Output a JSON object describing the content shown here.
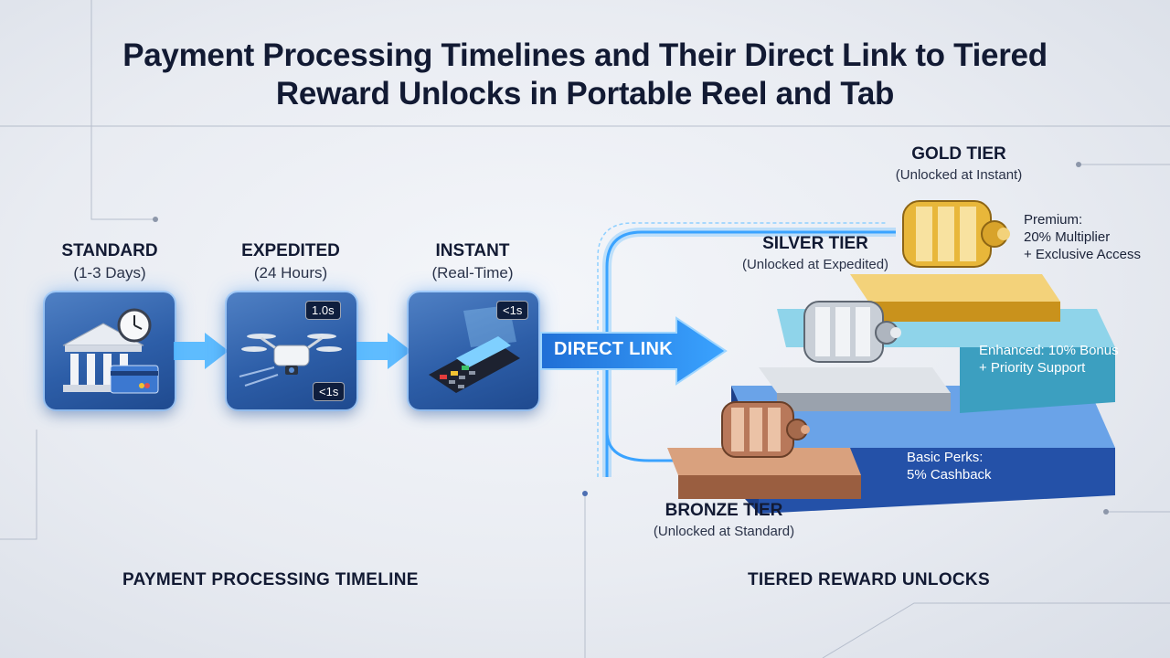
{
  "title": {
    "line1": "Payment Processing Timelines and Their Direct Link to Tiered",
    "line2": "Reward Unlocks in Portable Reel and Tab"
  },
  "steps": [
    {
      "name": "STANDARD",
      "sub": "(1-3 Days)",
      "icon": "bank-clock-card-icon"
    },
    {
      "name": "EXPEDITED",
      "sub": "(24 Hours)",
      "icon": "drone-icon",
      "badges": [
        "1.0s",
        "<1s"
      ]
    },
    {
      "name": "INSTANT",
      "sub": "(Real-Time)",
      "icon": "card-terminal-icon",
      "badges": [
        "<1s"
      ]
    }
  ],
  "direct_link": "DIRECT LINK",
  "tiers": {
    "gold": {
      "name": "GOLD TIER",
      "sub": "(Unlocked at Instant)",
      "perk": [
        "Premium:",
        "20% Multiplier",
        "+ Exclusive Access"
      ],
      "color": "#e7b83a"
    },
    "silver": {
      "name": "SILVER TIER",
      "sub": "(Unlocked at Expedited)",
      "perk": [
        "Enhanced: 10% Bonus",
        "+ Priority Support"
      ],
      "color": "#b9c0c9"
    },
    "bronze": {
      "name": "BRONZE TIER",
      "sub": "(Unlocked at Standard)",
      "perk": [
        "Basic Perks:",
        "5% Cashback"
      ],
      "color": "#b8785a"
    }
  },
  "footers": {
    "left": "PAYMENT PROCESSING TIMELINE",
    "right": "TIERED REWARD UNLOCKS"
  },
  "colors": {
    "accent": "#3aa3ff",
    "card": "#2d5ea8",
    "platform_blue": "#2a56b8",
    "platform_teal": "#3c9fc0"
  }
}
